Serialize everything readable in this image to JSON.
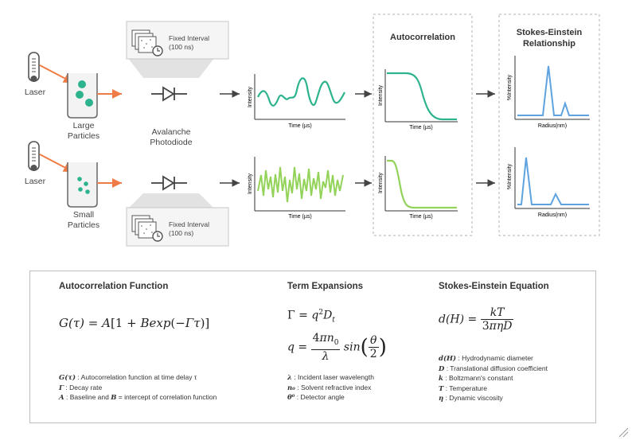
{
  "diagram": {
    "laser_label": "Laser",
    "large_particles_label": "Large\nParticles",
    "small_particles_label": "Small\nParticles",
    "detector_label": "Avalanche\nPhotodiode",
    "fixed_interval_label": "Fixed Interval\n(100 ns)",
    "autocorrelation_title": "Autocorrelation",
    "stokes_title": "Stokes-Einstein\nRelationship",
    "intensity_axis": "Intensity",
    "time_axis": "Time (µs)",
    "pct_intensity_axis": "%Intensity",
    "radius_axis": "Radius(nm)",
    "colors": {
      "laser": "#f07c45",
      "large_signal": "#2db38e",
      "small_signal": "#93d35a",
      "size_dist": "#5ea3e0",
      "arrow": "#555555",
      "dashed": "#b0b0b0"
    }
  },
  "formulas": {
    "col1": {
      "title": "Autocorrelation Function",
      "legend": [
        {
          "sym": "G(τ)",
          "text": " : Autocorrelation function at time delay τ"
        },
        {
          "sym": "Γ",
          "text": " : Decay rate"
        },
        {
          "sym": "A",
          "text": " : Baseline and "
        },
        {
          "sym": "B",
          "text": " = intercept of correlation function"
        }
      ]
    },
    "col2": {
      "title": "Term Expansions",
      "legend": [
        {
          "sym": "λ",
          "text": " : Incident laser wavelength"
        },
        {
          "sym": "n₀",
          "text": " : Solvent refractive index"
        },
        {
          "sym": "θ⁰",
          "text": " : Detector angle"
        }
      ]
    },
    "col3": {
      "title": "Stokes-Einstein Equation",
      "legend": [
        {
          "sym": "d(H)",
          "text": " : Hydrodynamic diameter"
        },
        {
          "sym": "D",
          "text": " : Translational diffusion coefficient"
        },
        {
          "sym": "k",
          "text": " : Boltzmann's constant"
        },
        {
          "sym": "T",
          "text": " : Temperature"
        },
        {
          "sym": "η",
          "text": " : Dynamic viscosity"
        }
      ]
    }
  }
}
